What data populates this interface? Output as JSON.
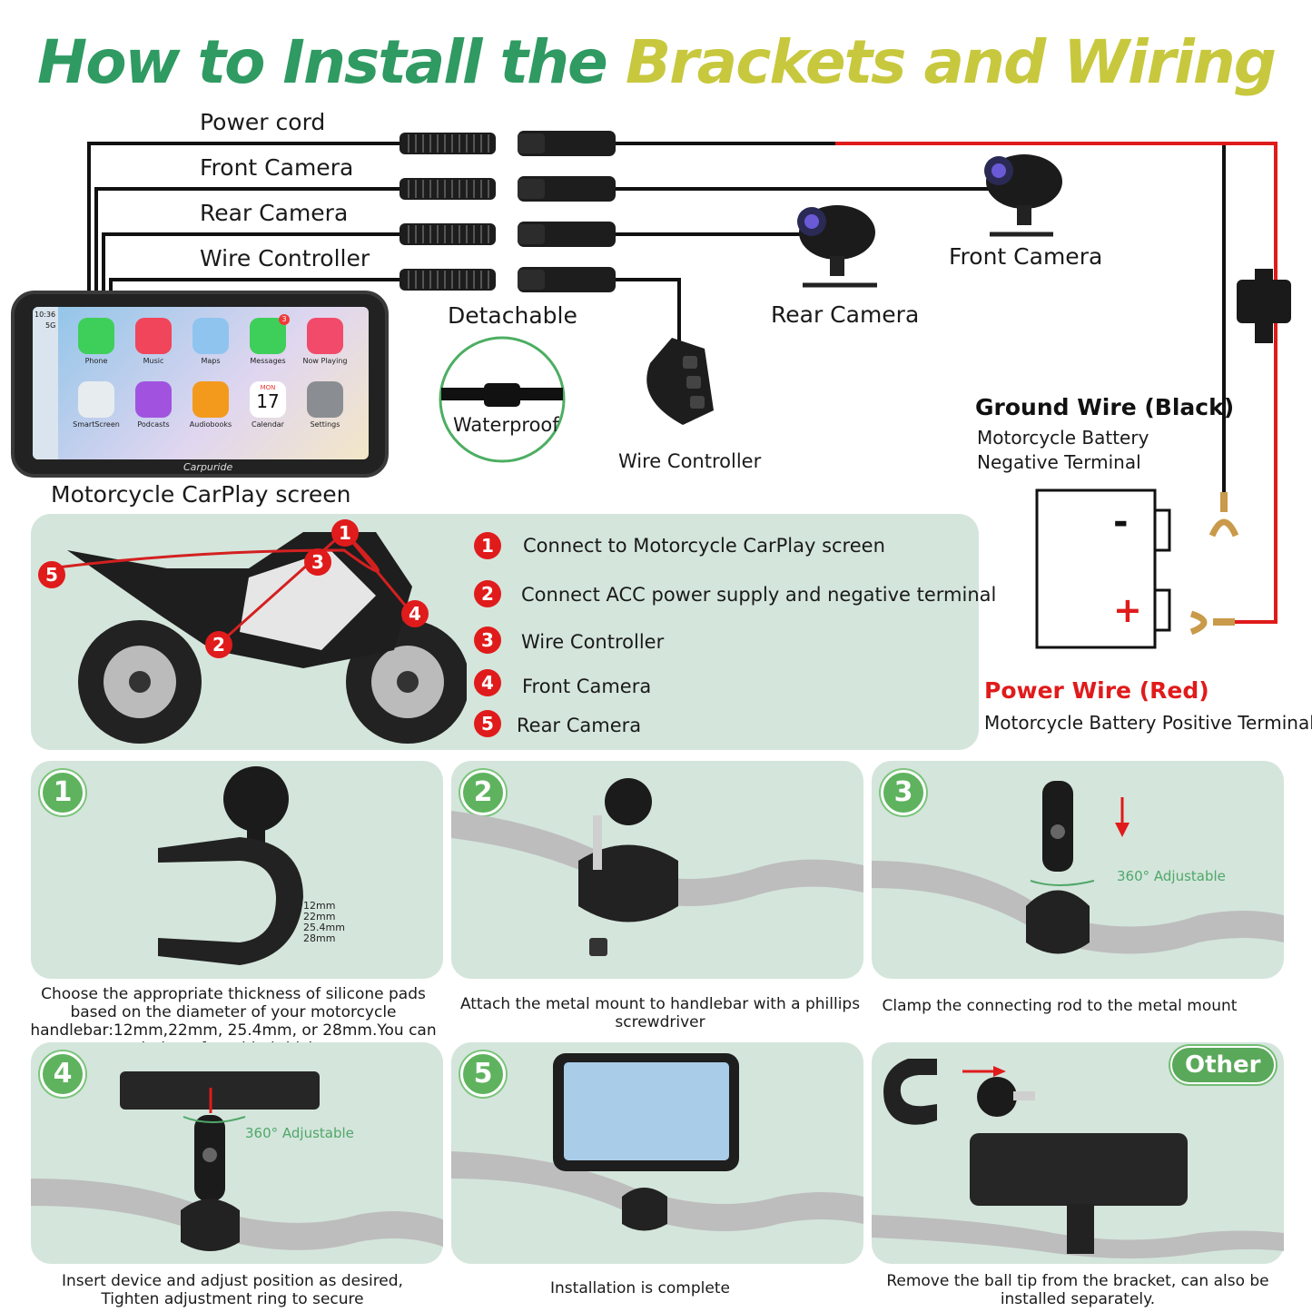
{
  "title": {
    "part1": "How to Install the ",
    "part2": "Brackets and Wiring"
  },
  "connectors": {
    "power_cord": "Power cord",
    "front_camera": "Front Camera",
    "rear_camera": "Rear Camera",
    "wire_controller": "Wire Controller",
    "detachable": "Detachable",
    "waterproof": "Waterproof"
  },
  "devices": {
    "front_camera": "Front Camera",
    "rear_camera": "Rear Camera",
    "wire_controller": "Wire Controller",
    "screen_label": "Motorcycle CarPlay screen"
  },
  "screen": {
    "time": "10:36",
    "signal": "5G",
    "brand": "Carpuride",
    "apps": [
      {
        "label": "Phone",
        "color": "#3ecf5a"
      },
      {
        "label": "Music",
        "color": "#f0455a"
      },
      {
        "label": "Maps",
        "color": "#8fc4ef"
      },
      {
        "label": "Messages",
        "color": "#3ecf5a",
        "badge": "3"
      },
      {
        "label": "Now Playing",
        "color": "#f24a6a"
      },
      {
        "label": "SmartScreen",
        "color": "#e7ecef"
      },
      {
        "label": "Podcasts",
        "color": "#a153e0"
      },
      {
        "label": "Audiobooks",
        "color": "#f39a1c"
      },
      {
        "label": "Calendar",
        "color": "#ffffff",
        "day": "MON",
        "date": "17"
      },
      {
        "label": "Settings",
        "color": "#8a8e93"
      }
    ]
  },
  "battery": {
    "ground_title": "Ground Wire (Black)",
    "ground_line1": "Motorcycle Battery",
    "ground_line2": "Negative Terminal",
    "minus": "-",
    "plus": "+",
    "power_title": "Power Wire (Red)",
    "power_line": "Motorcycle Battery Positive Terminal"
  },
  "bike_steps": [
    {
      "num": "1",
      "text": "Connect to Motorcycle CarPlay screen"
    },
    {
      "num": "2",
      "text": "Connect ACC power supply and negative terminal"
    },
    {
      "num": "3",
      "text": "Wire Controller"
    },
    {
      "num": "4",
      "text": "Front Camera"
    },
    {
      "num": "5",
      "text": "Rear Camera"
    }
  ],
  "steps": [
    {
      "num": "1",
      "caption": "Choose the appropriate thickness of silicone pads based on the diameter of your motorcycle handlebar:12mm,22mm, 25.4mm, or 28mm.You can stack them for added thickness.",
      "pads": [
        "12mm",
        "22mm",
        "25.4mm",
        "28mm"
      ]
    },
    {
      "num": "2",
      "caption": "Attach the metal mount to handlebar with a phillips screwdriver"
    },
    {
      "num": "3",
      "caption": "Clamp the connecting rod to the metal mount",
      "note": "360° Adjustable"
    },
    {
      "num": "4",
      "caption": "Insert device and adjust position as desired, Tighten adjustment ring to secure",
      "note": "360° Adjustable"
    },
    {
      "num": "5",
      "caption": "Installation is complete"
    },
    {
      "num": "Other",
      "caption": "Remove the ball tip from the  bracket, can also be installed separately."
    }
  ]
}
